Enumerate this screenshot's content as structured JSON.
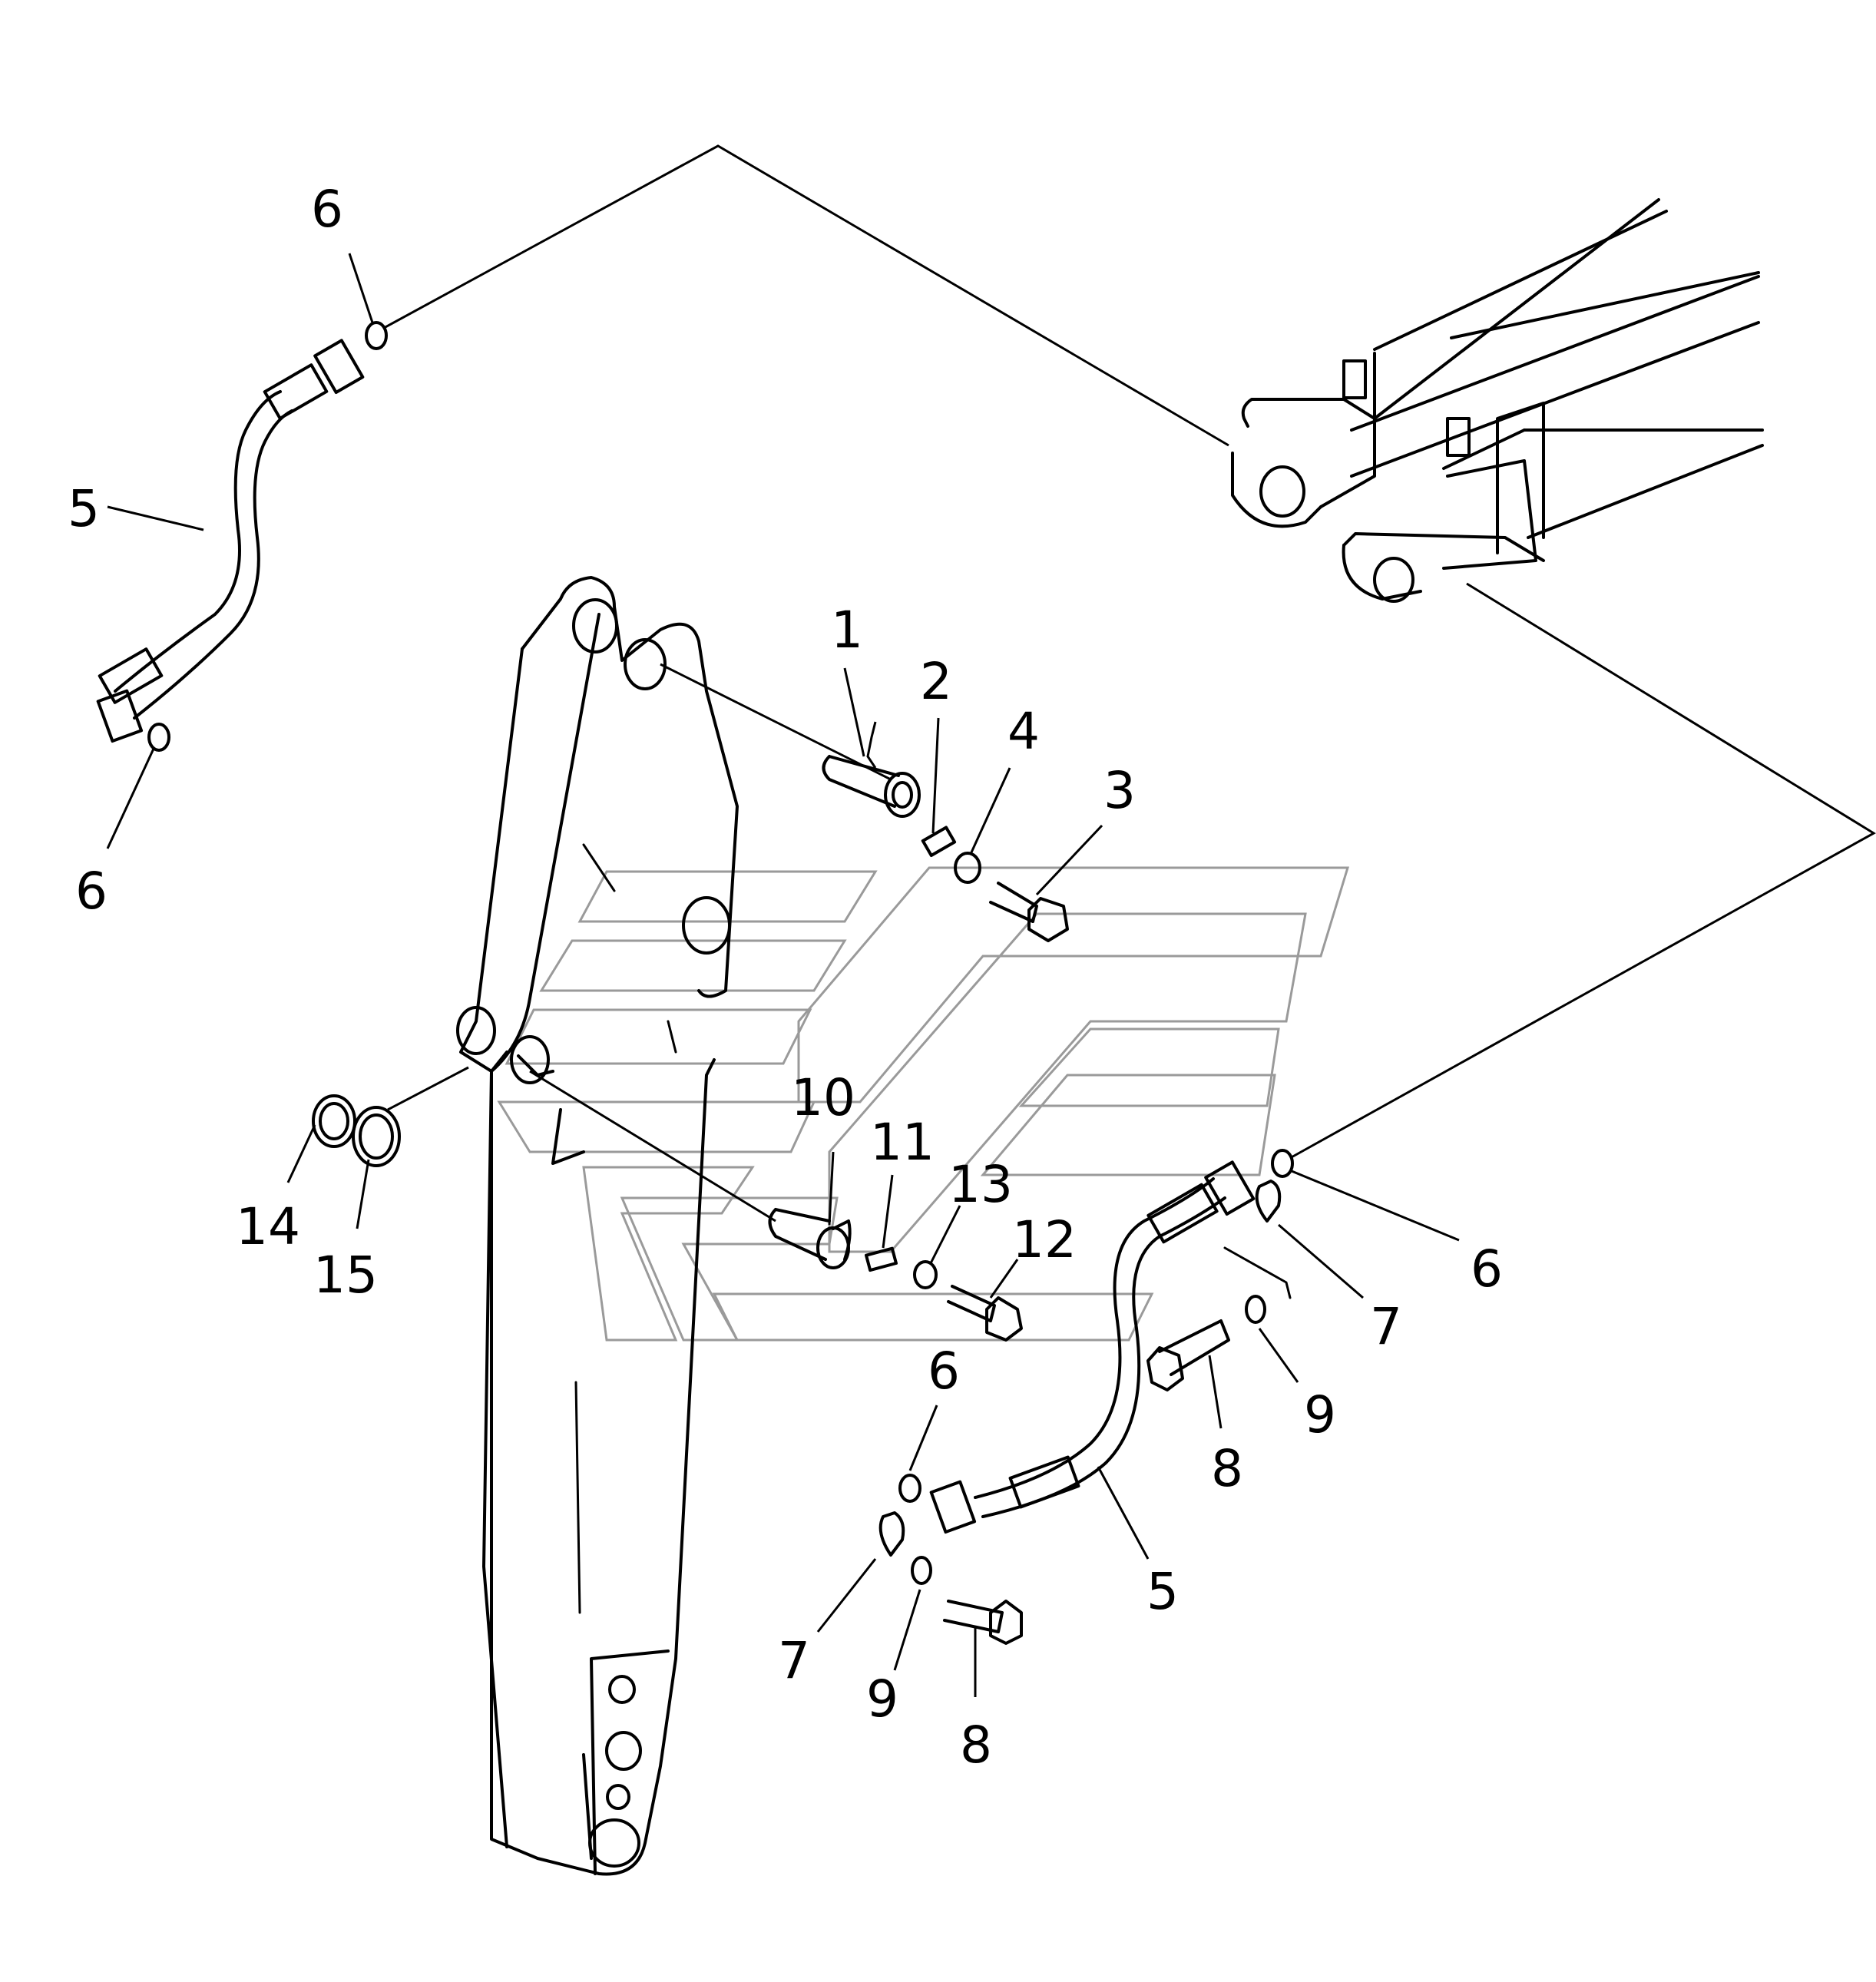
{
  "diagram": {
    "callouts": [
      {
        "id": "c-6a",
        "text": "6"
      },
      {
        "id": "c-5a",
        "text": "5"
      },
      {
        "id": "c-6b",
        "text": "6"
      },
      {
        "id": "c-1",
        "text": "1"
      },
      {
        "id": "c-2",
        "text": "2"
      },
      {
        "id": "c-4",
        "text": "4"
      },
      {
        "id": "c-3",
        "text": "3"
      },
      {
        "id": "c-10",
        "text": "10"
      },
      {
        "id": "c-11",
        "text": "11"
      },
      {
        "id": "c-13",
        "text": "13"
      },
      {
        "id": "c-12",
        "text": "12"
      },
      {
        "id": "c-14",
        "text": "14"
      },
      {
        "id": "c-15",
        "text": "15"
      },
      {
        "id": "c-6c",
        "text": "6"
      },
      {
        "id": "c-7a",
        "text": "7"
      },
      {
        "id": "c-6d",
        "text": "6"
      },
      {
        "id": "c-9a",
        "text": "9"
      },
      {
        "id": "c-8a",
        "text": "8"
      },
      {
        "id": "c-5b",
        "text": "5"
      },
      {
        "id": "c-7b",
        "text": "7"
      },
      {
        "id": "c-9b",
        "text": "9"
      },
      {
        "id": "c-8b",
        "text": "8"
      }
    ]
  },
  "colors": {
    "line": "#000000",
    "watermark": "#9a9a9a",
    "background": "#ffffff"
  }
}
